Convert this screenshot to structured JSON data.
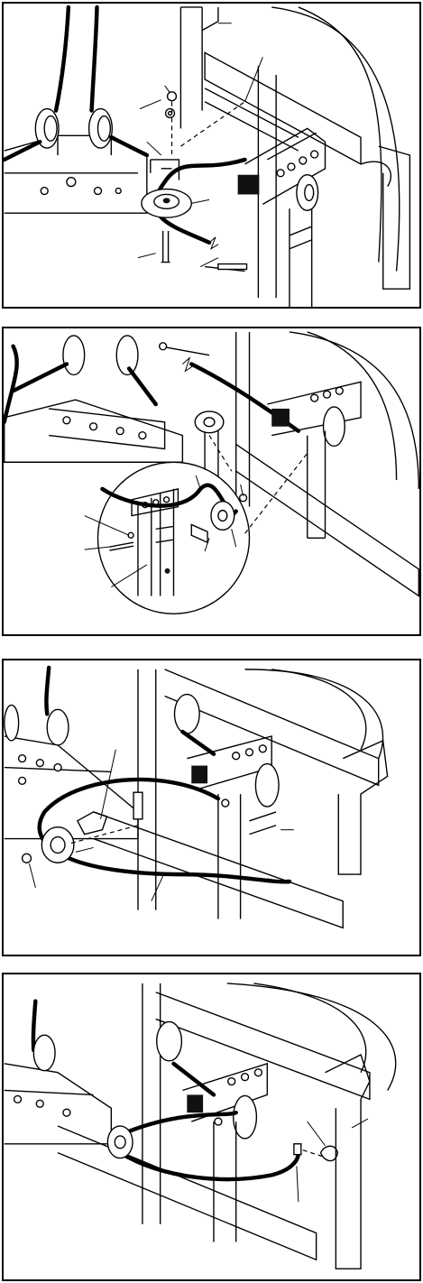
{
  "figure": {
    "panels": [
      {
        "id": "panel-1",
        "step_description_visible": false
      },
      {
        "id": "panel-2",
        "step_description_visible": false
      },
      {
        "id": "panel-3",
        "step_description_visible": false
      },
      {
        "id": "panel-4",
        "step_description_visible": false
      }
    ],
    "colors": {
      "line": "#000000",
      "background": "#ffffff"
    }
  }
}
